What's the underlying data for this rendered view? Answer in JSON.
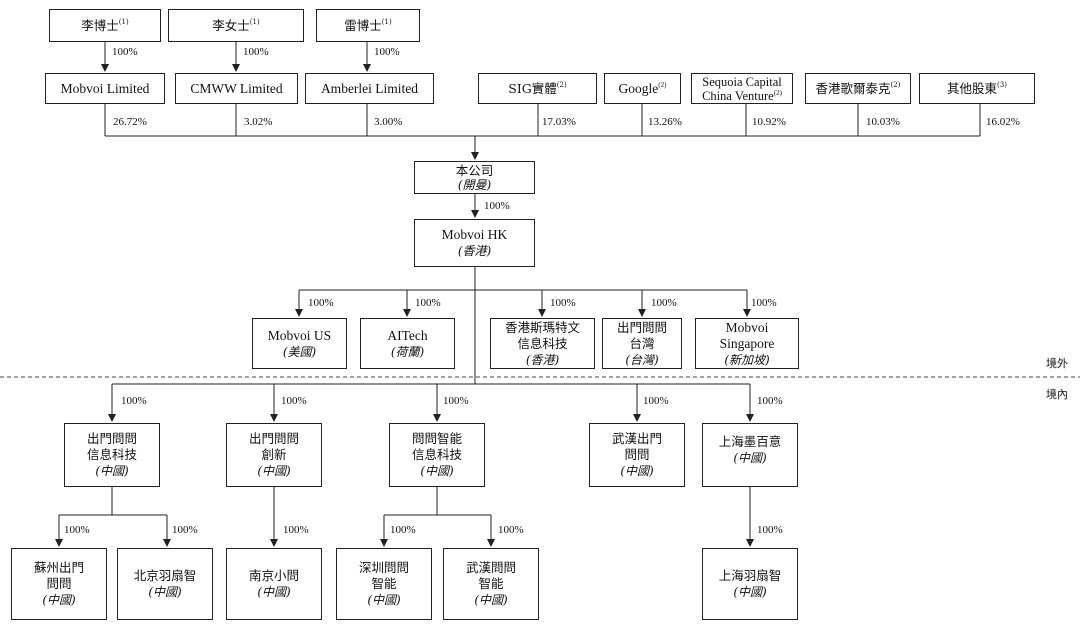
{
  "shareholders_top": [
    {
      "name": "李博士",
      "note": "(1)"
    },
    {
      "name": "李女士",
      "note": "(1)"
    },
    {
      "name": "雷博士",
      "note": "(1)"
    }
  ],
  "holding_pct_top": [
    "100%",
    "100%",
    "100%"
  ],
  "holding_companies": [
    {
      "name": "Mobvoi Limited",
      "pct": "26.72%"
    },
    {
      "name": "CMWW Limited",
      "pct": "3.02%"
    },
    {
      "name": "Amberlei Limited",
      "pct": "3.00%"
    }
  ],
  "investors": [
    {
      "name": "SIG實體",
      "note": "(2)",
      "pct": "17.03%"
    },
    {
      "name": "Google",
      "note": "(2)",
      "pct": "13.26%"
    },
    {
      "name_line1": "Sequoia Capital",
      "name_line2": "China Venture",
      "note": "(2)",
      "pct": "10.92%"
    },
    {
      "name": "香港歌爾泰克",
      "note": "(2)",
      "pct": "10.03%"
    },
    {
      "name": "其他股東",
      "note": "(3)",
      "pct": "16.02%"
    }
  ],
  "company": {
    "name": "本公司",
    "sub": "(開曼)"
  },
  "company_to_hk_pct": "100%",
  "hk": {
    "name": "Mobvoi HK",
    "sub": "(香港)"
  },
  "offshore_subs": [
    {
      "line1": "Mobvoi US",
      "line2": "",
      "sub": "(美國)",
      "pct": "100%"
    },
    {
      "line1": "AITech",
      "line2": "",
      "sub": "(荷蘭)",
      "pct": "100%"
    },
    {
      "line1": "香港斯瑪特文",
      "line2": "信息科技",
      "sub": "(香港)",
      "pct": "100%"
    },
    {
      "line1": "出門問問",
      "line2": "台灣",
      "sub": "(台灣)",
      "pct": "100%"
    },
    {
      "line1": "Mobvoi",
      "line2": "Singapore",
      "sub": "(新加坡)",
      "pct": "100%"
    }
  ],
  "zones": {
    "offshore": "境外",
    "onshore": "境內"
  },
  "onshore_subs": [
    {
      "line1": "出門問問",
      "line2": "信息科技",
      "sub": "(中國)",
      "pct": "100%"
    },
    {
      "line1": "出門問問",
      "line2": "創新",
      "sub": "(中國)",
      "pct": "100%"
    },
    {
      "line1": "問問智能",
      "line2": "信息科技",
      "sub": "(中國)",
      "pct": "100%"
    },
    {
      "line1": "武漢出門",
      "line2": "問問",
      "sub": "(中國)",
      "pct": "100%"
    },
    {
      "line1": "上海墨百意",
      "line2": "",
      "sub": "(中國)",
      "pct": "100%"
    }
  ],
  "third_level": [
    {
      "line1": "蘇州出門",
      "line2": "問問",
      "sub": "(中國)",
      "pct": "100%"
    },
    {
      "line1": "北京羽扇智",
      "line2": "",
      "sub": "(中國)",
      "pct": "100%"
    },
    {
      "line1": "南京小問",
      "line2": "",
      "sub": "(中國)",
      "pct": "100%"
    },
    {
      "line1": "深圳問問",
      "line2": "智能",
      "sub": "(中國)",
      "pct": "100%"
    },
    {
      "line1": "武漢問問",
      "line2": "智能",
      "sub": "(中國)",
      "pct": "100%"
    },
    {
      "line1": "上海羽扇智",
      "line2": "",
      "sub": "(中國)",
      "pct": "100%"
    }
  ]
}
